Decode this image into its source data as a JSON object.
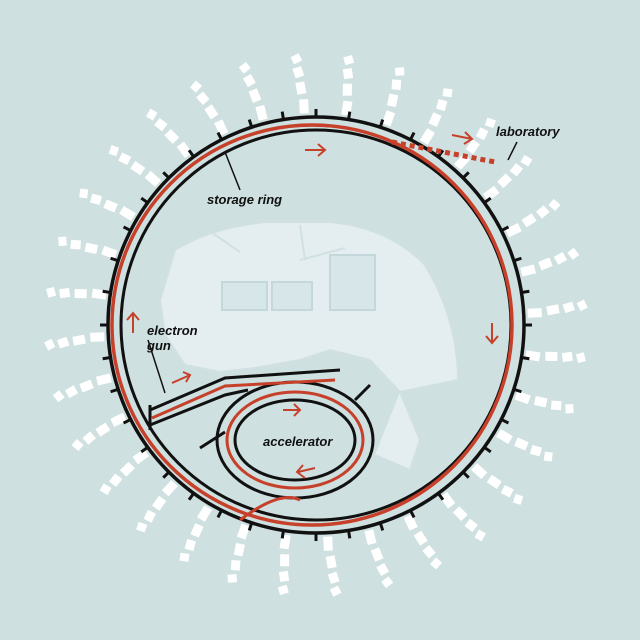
{
  "labels": {
    "laboratory": "laboratory",
    "storage_ring": "storage ring",
    "electron_gun": "electron\ngun",
    "accelerator": "accelerator"
  },
  "colors": {
    "background": "#cfe0e1",
    "beam": "#c6402a",
    "structure": "#111111",
    "beamline_white": "#ffffff",
    "building": "#e4eef0"
  },
  "icons": [
    "arrow-icon"
  ]
}
